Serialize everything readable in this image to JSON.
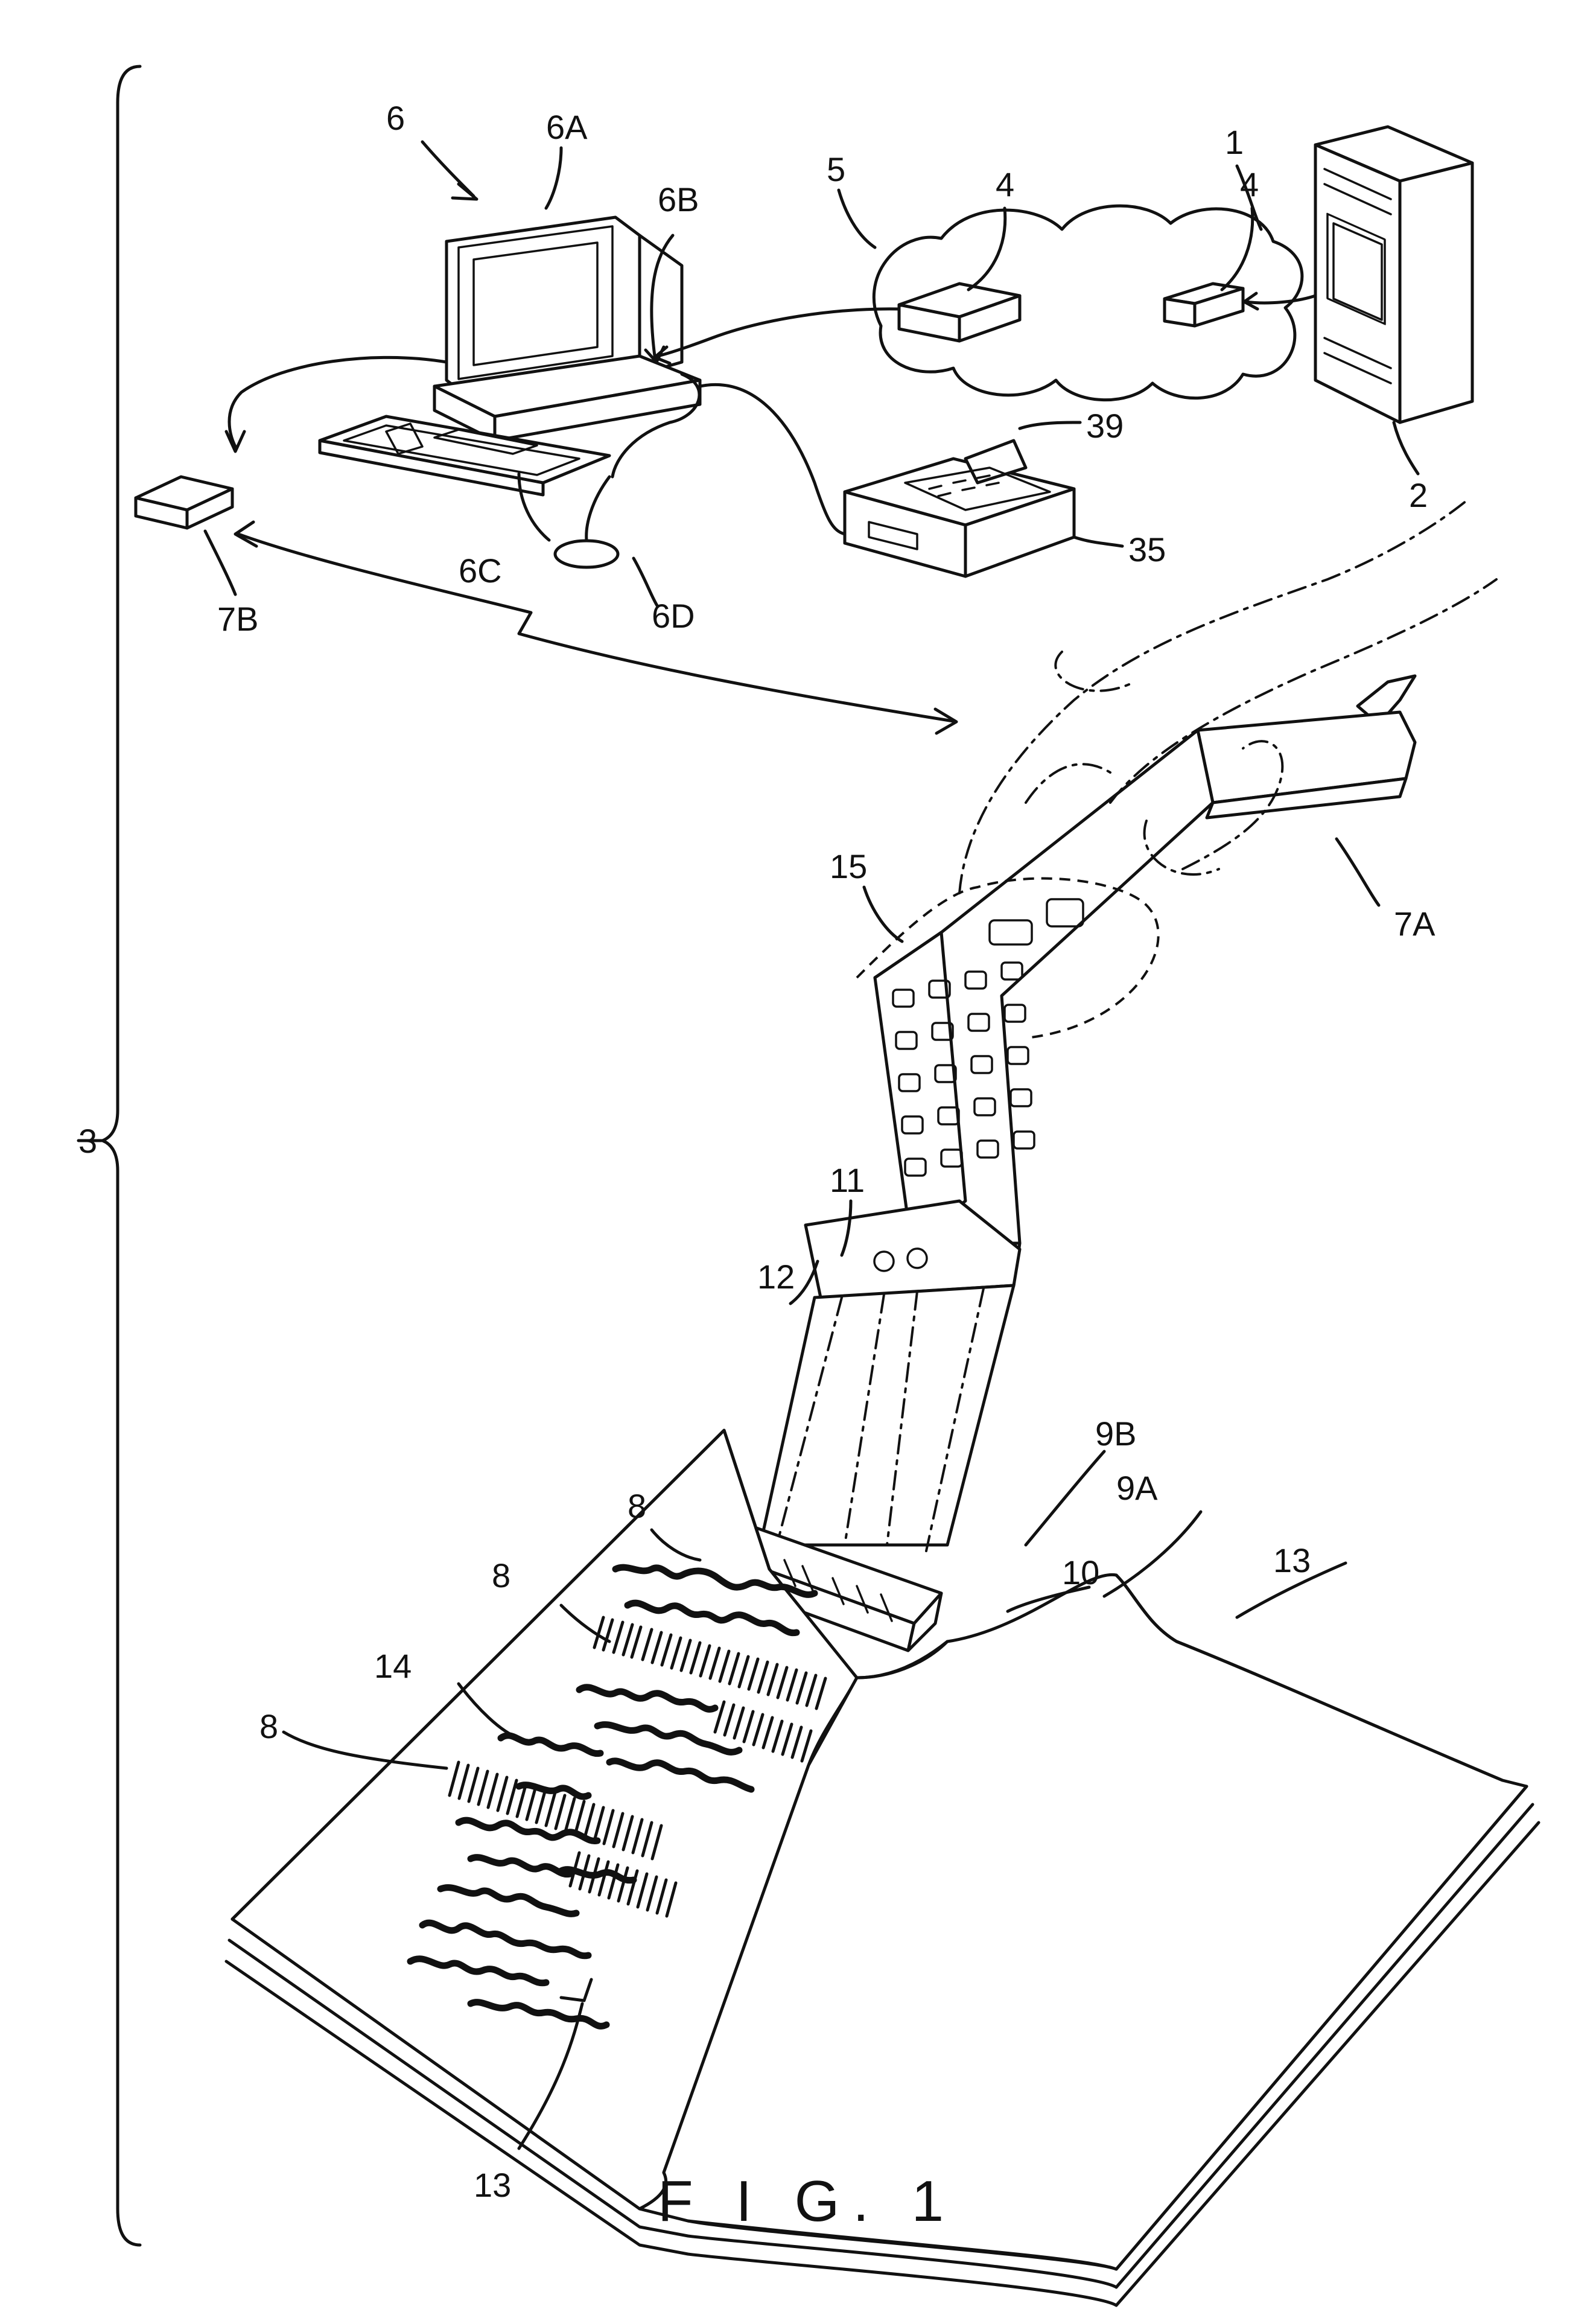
{
  "figure": {
    "caption": "F I G. 1",
    "labels": {
      "l1": "1",
      "l2": "2",
      "l3": "3",
      "l4a": "4",
      "l4b": "4",
      "l5": "5",
      "l6": "6",
      "l6A": "6A",
      "l6B": "6B",
      "l6C": "6C",
      "l6D": "6D",
      "l7A": "7A",
      "l7B": "7B",
      "l8a": "8",
      "l8b": "8",
      "l8c": "8",
      "l9A": "9A",
      "l9B": "9B",
      "l10": "10",
      "l11": "11",
      "l12": "12",
      "l13a": "13",
      "l13b": "13",
      "l14": "14",
      "l15": "15",
      "l35": "35",
      "l39": "39"
    }
  }
}
